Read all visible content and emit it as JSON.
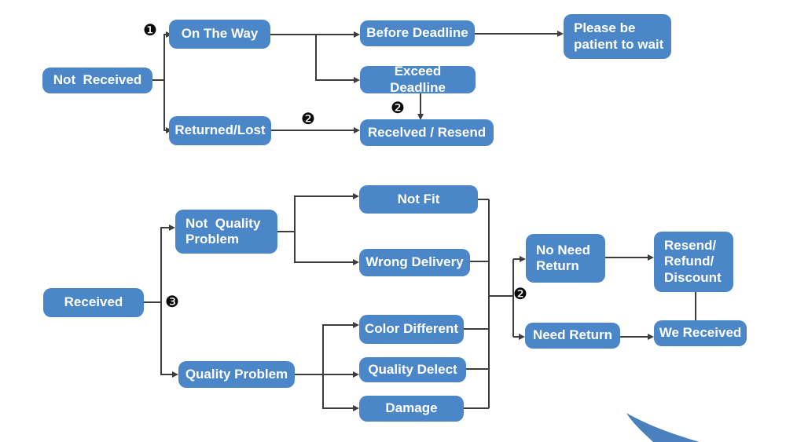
{
  "diagram": {
    "colors": {
      "background": "#ffffff",
      "node_fill": "#4a86c8",
      "node_text": "#ffffff",
      "connector": "#3d3d3d",
      "swoosh": "#4b80be"
    },
    "badges": {
      "b1": "❶",
      "b2a": "❷",
      "b2b": "❷",
      "b2c": "❷",
      "b3": "❸"
    },
    "nodes": {
      "not_received": {
        "label": "Not  Received"
      },
      "on_the_way": {
        "label": "On The Way"
      },
      "returned_lost": {
        "label": "Returned/Lost"
      },
      "before_deadline": {
        "label": "Before Deadline"
      },
      "exceed_deadline": {
        "label": "Exceed Deadline"
      },
      "please_wait": {
        "label": "Please be\npatient to wait"
      },
      "received_resend": {
        "label": "Recelved / Resend"
      },
      "received": {
        "label": "Received"
      },
      "not_quality_problem": {
        "label": "Not  Quality\nProblem"
      },
      "quality_problem": {
        "label": "Quality Problem"
      },
      "not_fit": {
        "label": "Not Fit"
      },
      "wrong_delivery": {
        "label": "Wrong Delivery"
      },
      "color_different": {
        "label": "Color Different"
      },
      "quality_delect": {
        "label": "Quality Delect"
      },
      "damage": {
        "label": "Damage"
      },
      "no_need_return": {
        "label": "No Need\nReturn"
      },
      "need_return": {
        "label": "Need Return"
      },
      "resend_refund_discount": {
        "label": "Resend/\nRefund/\nDiscount"
      },
      "we_received": {
        "label": "We Received"
      }
    },
    "edges": [
      {
        "from": "not_received",
        "to": "on_the_way",
        "badge": "❶"
      },
      {
        "from": "not_received",
        "to": "returned_lost"
      },
      {
        "from": "on_the_way",
        "to": "before_deadline"
      },
      {
        "from": "on_the_way",
        "to": "exceed_deadline"
      },
      {
        "from": "before_deadline",
        "to": "please_wait"
      },
      {
        "from": "exceed_deadline",
        "to": "received_resend",
        "badge": "❷"
      },
      {
        "from": "returned_lost",
        "to": "received_resend",
        "badge": "❷"
      },
      {
        "from": "received",
        "to": "not_quality_problem",
        "badge": "❸"
      },
      {
        "from": "received",
        "to": "quality_problem"
      },
      {
        "from": "not_quality_problem",
        "to": "not_fit"
      },
      {
        "from": "not_quality_problem",
        "to": "wrong_delivery"
      },
      {
        "from": "quality_problem",
        "to": "color_different"
      },
      {
        "from": "quality_problem",
        "to": "quality_delect"
      },
      {
        "from": "quality_problem",
        "to": "damage"
      },
      {
        "from": "not_fit,wrong_delivery,color_different,quality_delect,damage",
        "to": "no_need_return",
        "badge": "❷"
      },
      {
        "from": "not_fit,wrong_delivery,color_different,quality_delect,damage",
        "to": "need_return",
        "badge": "❷"
      },
      {
        "from": "no_need_return",
        "to": "resend_refund_discount"
      },
      {
        "from": "need_return",
        "to": "we_received"
      },
      {
        "from": "resend_refund_discount",
        "to": "we_received"
      }
    ]
  }
}
